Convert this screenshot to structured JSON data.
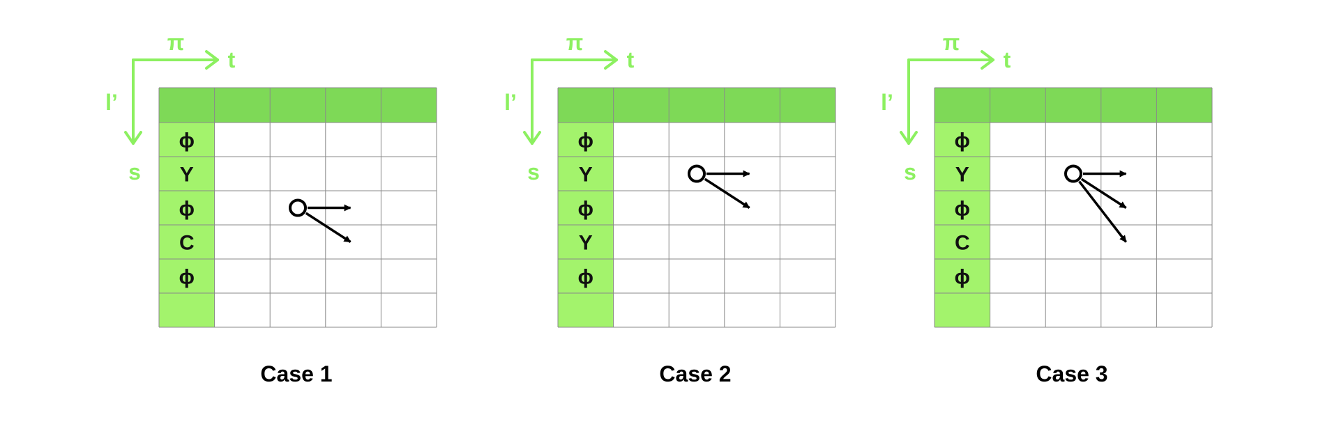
{
  "colors": {
    "header_fill": "#7ed957",
    "column_fill": "#a3f36c",
    "axis_color": "#8cf060",
    "grid_line": "#8a8a8a",
    "arrow": "#000000"
  },
  "axes": {
    "horizontal_symbol": "π",
    "horizontal_end": "t",
    "vertical_symbol": "l’",
    "vertical_end": "s"
  },
  "grid": {
    "cols": 5,
    "rows": 6
  },
  "cases": [
    {
      "label": "Case 1",
      "column_labels": [
        "ϕ",
        "Y",
        "ϕ",
        "C",
        "ϕ",
        ""
      ],
      "origin": {
        "col": 2,
        "row": 2
      },
      "arrows": [
        {
          "dc": 1,
          "dr": 0
        },
        {
          "dc": 1,
          "dr": 1
        }
      ]
    },
    {
      "label": "Case 2",
      "column_labels": [
        "ϕ",
        "Y",
        "ϕ",
        "Y",
        "ϕ",
        ""
      ],
      "origin": {
        "col": 2,
        "row": 1
      },
      "arrows": [
        {
          "dc": 1,
          "dr": 0
        },
        {
          "dc": 1,
          "dr": 1
        }
      ]
    },
    {
      "label": "Case 3",
      "column_labels": [
        "ϕ",
        "Y",
        "ϕ",
        "C",
        "ϕ",
        ""
      ],
      "origin": {
        "col": 2,
        "row": 1
      },
      "arrows": [
        {
          "dc": 1,
          "dr": 0
        },
        {
          "dc": 1,
          "dr": 1
        },
        {
          "dc": 1,
          "dr": 2
        }
      ]
    }
  ]
}
